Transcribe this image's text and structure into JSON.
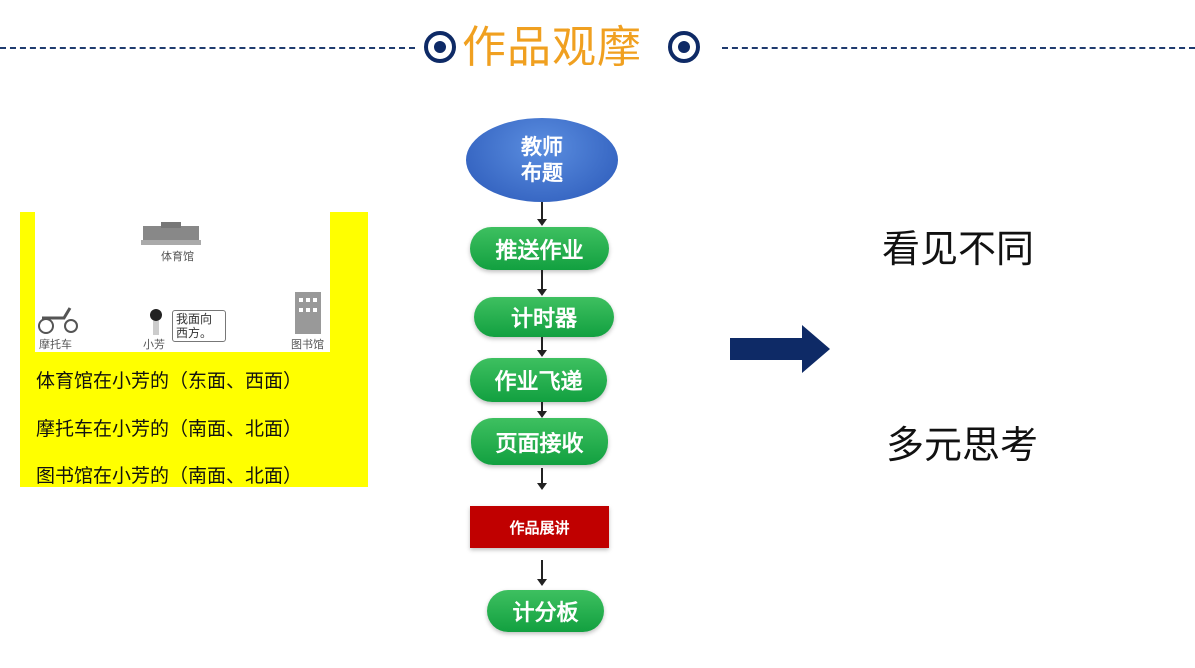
{
  "header": {
    "title": "作品观摩"
  },
  "exercise": {
    "picture_labels": {
      "gym": "体育馆",
      "motorcycle": "摩托车",
      "girl": "小芳",
      "speech": "我面向西方。",
      "library": "图书馆"
    },
    "questions": [
      "体育馆在小芳的（东面、西面）",
      "摩托车在小芳的（南面、北面）",
      "图书馆在小芳的（南面、北面）"
    ]
  },
  "flowchart": {
    "start": "教师布题",
    "steps": [
      "推送作业",
      "计时器",
      "作业飞递",
      "页面接收"
    ],
    "highlight": "作品展讲",
    "end": "计分板"
  },
  "outcomes": [
    "看见不同",
    "多元思考"
  ],
  "colors": {
    "title": "#f0a020",
    "navy": "#0e2a66",
    "pill": "#12a040",
    "red": "#c00000",
    "yellow": "#ffff00"
  }
}
